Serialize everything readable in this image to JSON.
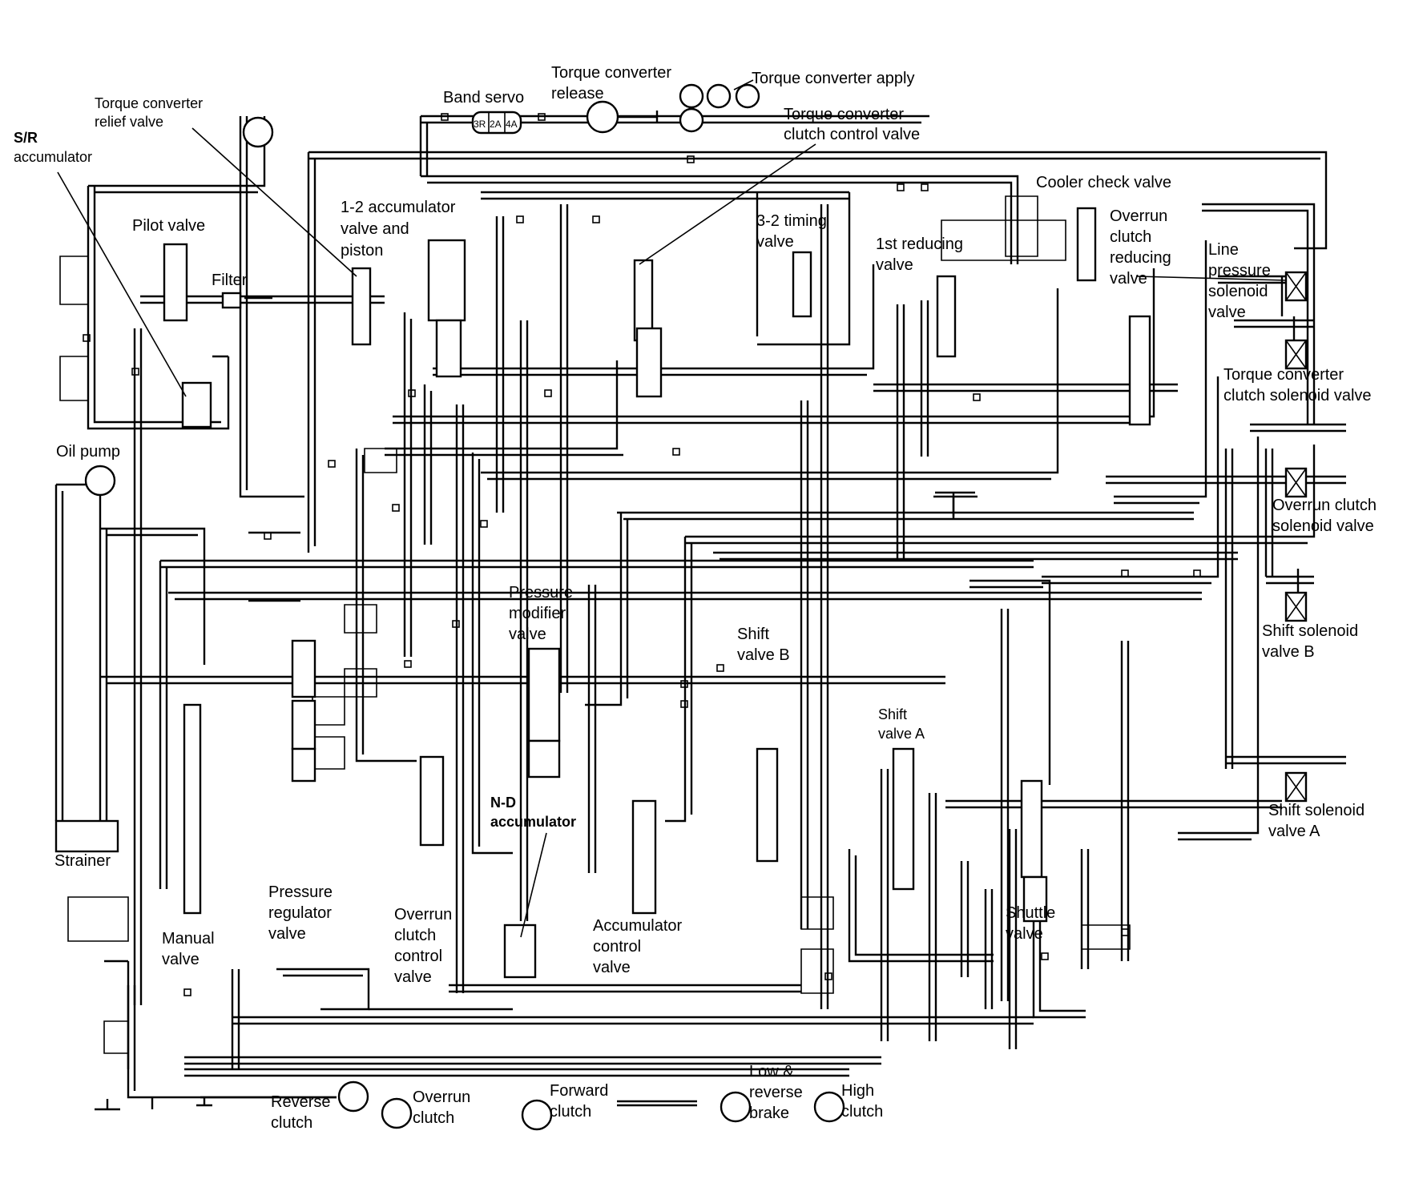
{
  "labels": {
    "sr_accumulator": [
      "S/R",
      "accumulator"
    ],
    "tc_relief_valve": [
      "Torque converter",
      "relief valve"
    ],
    "band_servo": "Band servo",
    "band_servo_ports": [
      "3R",
      "2A",
      "4A"
    ],
    "tc_release": [
      "Torque converter",
      "release"
    ],
    "tc_apply": "Torque converter apply",
    "tc_clutch_control_valve": [
      "Torque converter",
      "clutch control valve"
    ],
    "pilot_valve": "Pilot valve",
    "filter": "Filter",
    "accum_12": [
      "1-2 accumulator",
      "valve and",
      "piston"
    ],
    "timing_32": [
      "3-2 timing",
      "valve"
    ],
    "reducing_1st": [
      "1st reducing",
      "valve"
    ],
    "cooler_check_valve": "Cooler check valve",
    "overrun_reducing": [
      "Overrun",
      "clutch",
      "reducing",
      "valve"
    ],
    "line_pressure_solenoid": [
      "Line",
      "pressure",
      "solenoid",
      "valve"
    ],
    "tc_clutch_solenoid": [
      "Torque converter",
      "clutch solenoid valve"
    ],
    "oil_pump": "Oil pump",
    "overrun_solenoid": [
      "Overrun clutch",
      "solenoid valve"
    ],
    "pressure_modifier": [
      "Pressure",
      "modifier",
      "valve"
    ],
    "shift_valve_b": [
      "Shift",
      "valve B"
    ],
    "shift_solenoid_b": [
      "Shift solenoid",
      "valve B"
    ],
    "shift_valve_a": [
      "Shift",
      "valve A"
    ],
    "shift_solenoid_a": [
      "Shift solenoid",
      "valve A"
    ],
    "strainer": "Strainer",
    "nd_accumulator": [
      "N-D",
      "accumulator"
    ],
    "pressure_regulator": [
      "Pressure",
      "regulator",
      "valve"
    ],
    "overrun_control": [
      "Overrun",
      "clutch",
      "control",
      "valve"
    ],
    "accumulator_control": [
      "Accumulator",
      "control",
      "valve"
    ],
    "manual_valve": [
      "Manual",
      "valve"
    ],
    "shuttle_valve": [
      "Shuttle",
      "valve"
    ],
    "reverse_clutch": [
      "Reverse",
      "clutch"
    ],
    "overrun_clutch": [
      "Overrun",
      "clutch"
    ],
    "forward_clutch": [
      "Forward",
      "clutch"
    ],
    "low_reverse_brake": [
      "Low &",
      "reverse",
      "brake"
    ],
    "high_clutch": [
      "High",
      "clutch"
    ]
  }
}
